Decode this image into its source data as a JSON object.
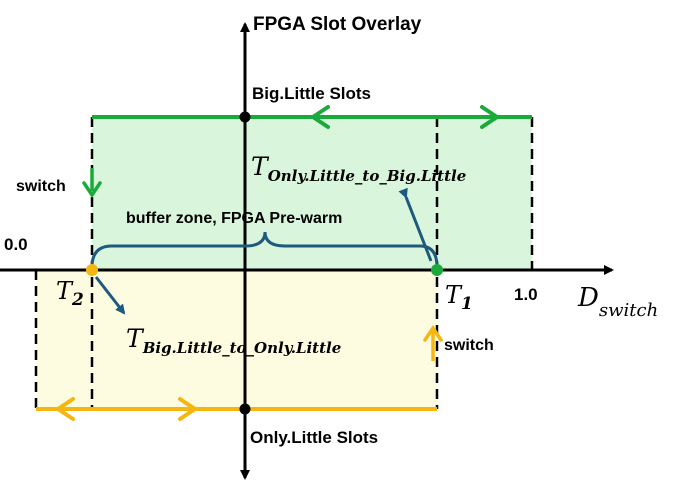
{
  "title": "FPGA Slot Overlay",
  "labels": {
    "big_little_slots": "Big.Little Slots",
    "only_little_slots": "Only.Little Slots",
    "switch_top": "switch",
    "switch_bottom": "switch",
    "buffer_zone": "buffer zone, FPGA Pre-warm",
    "x_origin": "0.0",
    "x_one": "1.0"
  },
  "axis_label": {
    "main": "D",
    "sub": "switch"
  },
  "thresholds": {
    "t1": {
      "main": "T",
      "sub": "1"
    },
    "t2": {
      "main": "T",
      "sub": "2"
    }
  },
  "transitions": {
    "to_big_little": {
      "main": "T",
      "sub": "Only.Little_to_Big.Little"
    },
    "to_only_little": {
      "main": "T",
      "sub": "Big.Little_to_Only.Little"
    }
  },
  "colors": {
    "green_line": "#1aaa3c",
    "green_fill": "#d9f5dc",
    "yellow_line": "#f6b611",
    "yellow_fill": "#fdfbe0",
    "dark_blue": "#1e5a7e",
    "axis": "#000000"
  }
}
